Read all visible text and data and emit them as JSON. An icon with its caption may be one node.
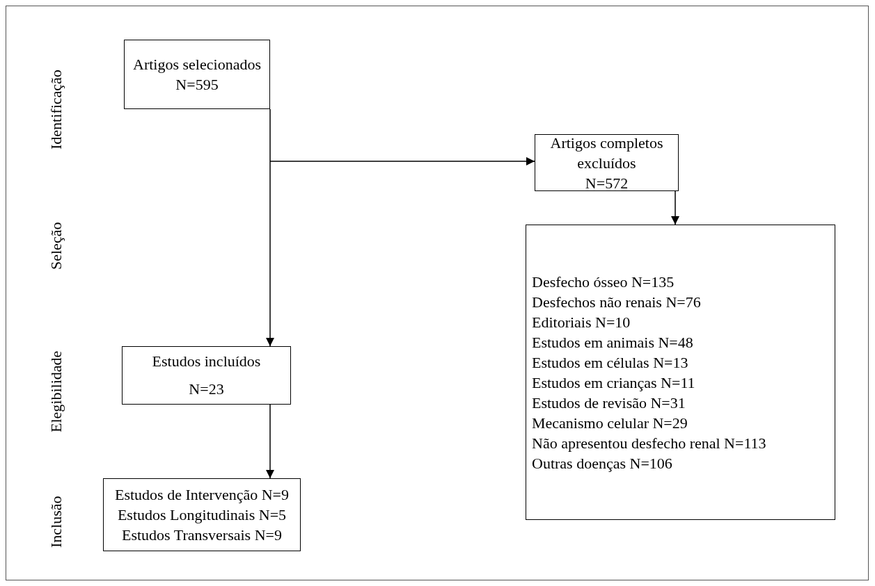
{
  "diagram": {
    "nodes": [
      {
        "text": [
          "Artigos selecionados",
          "N=595"
        ]
      },
      {
        "text": [
          "Artigos completos excluídos",
          "N=572"
        ]
      },
      {
        "text": [
          "Desfecho ósseo N=135",
          "Desfechos não renais N=76",
          "Editoriais N=10",
          "Estudos em animais N=48",
          "Estudos em células N=13",
          "Estudos em crianças N=11",
          "Estudos de revisão N=31",
          "Mecanismo celular N=29",
          "Não apresentou desfecho renal N=113",
          "Outras doenças N=106"
        ]
      },
      {
        "text": [
          "Estudos incluídos",
          "N=23"
        ]
      },
      {
        "text": [
          "Estudos de Intervenção N=9",
          "Estudos Longitudinais N=5",
          "Estudos Transversais N=9"
        ]
      }
    ],
    "edges": [
      {
        "from": 0,
        "to": 3,
        "arrow": "to"
      },
      {
        "from": 0,
        "to": 1,
        "arrow": "to"
      },
      {
        "from": 1,
        "to": 2,
        "arrow": "to"
      },
      {
        "from": 3,
        "to": 4,
        "arrow": "to"
      }
    ],
    "labels": [
      "Identificação",
      "Seleção",
      "Elegibilidade",
      "Inclusão"
    ]
  }
}
